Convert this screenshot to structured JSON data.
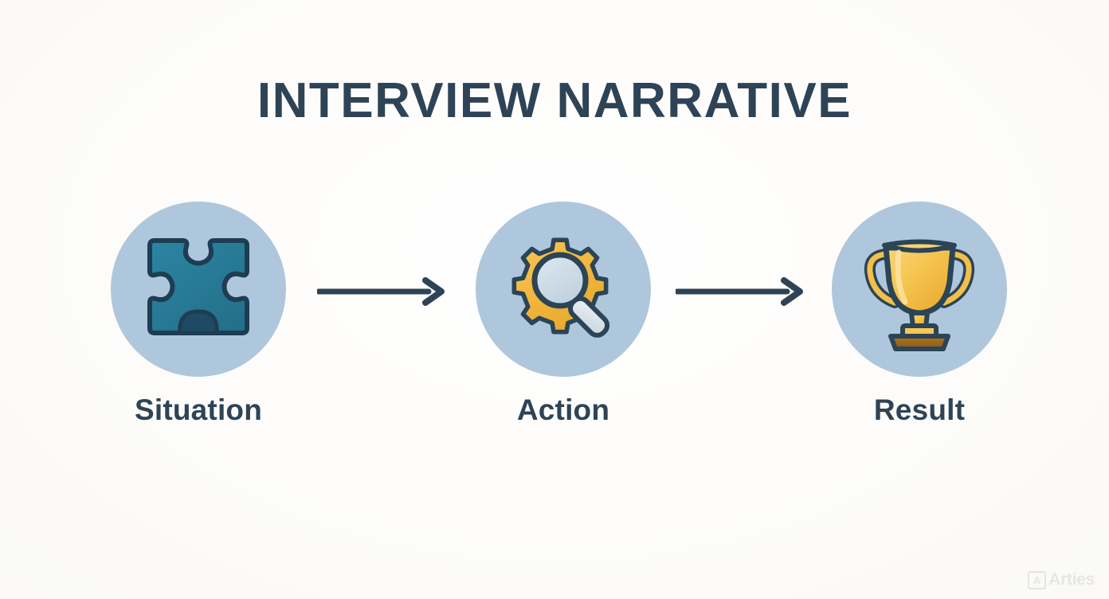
{
  "page": {
    "title": "INTERVIEW NARRATIVE",
    "background_color": "#fcfbf8",
    "accent_color": "#2e4456",
    "circle_color": "#afc7dc",
    "gold_color": "#f3b63e",
    "teal_color": "#2a7d99"
  },
  "steps": [
    {
      "label": "Situation",
      "icon": "puzzle-piece-icon"
    },
    {
      "label": "Action",
      "icon": "gear-magnifier-icon"
    },
    {
      "label": "Result",
      "icon": "trophy-icon"
    }
  ],
  "arrows": [
    {
      "name": "arrow-situation-to-action"
    },
    {
      "name": "arrow-action-to-result"
    }
  ],
  "watermark": {
    "mark": "A",
    "text": "Arties"
  }
}
